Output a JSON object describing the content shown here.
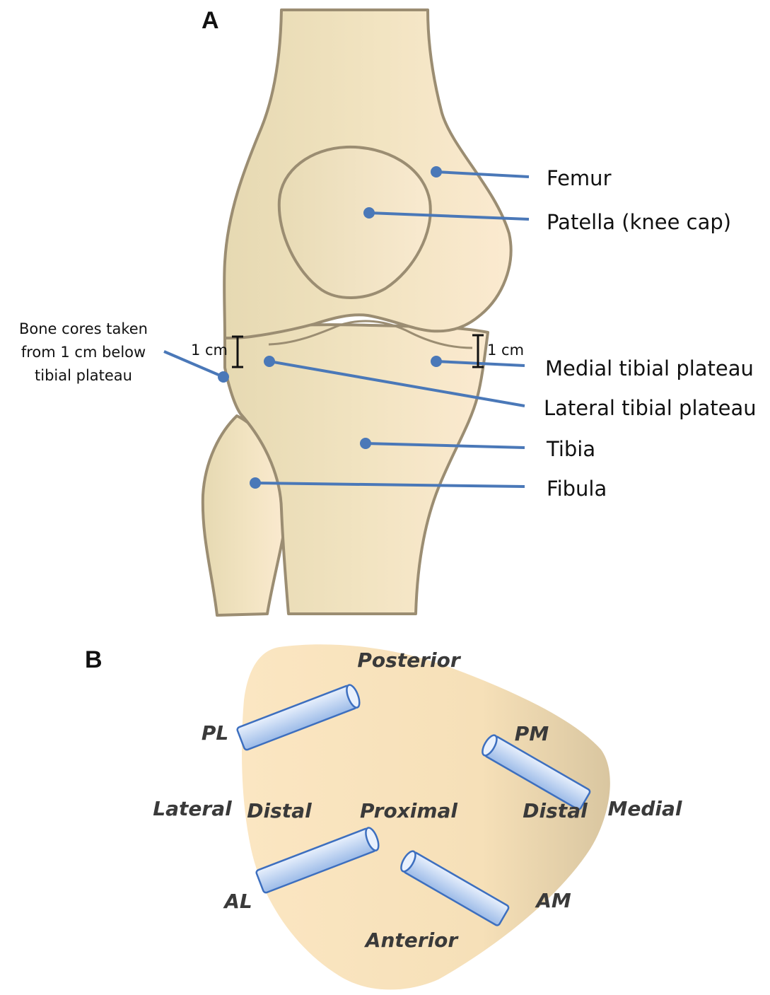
{
  "panels": {
    "a": "A",
    "b": "B"
  },
  "panel_a": {
    "labels": {
      "femur": "Femur",
      "patella": "Patella (knee cap)",
      "medial_plateau": "Medial tibial plateau",
      "lateral_plateau": "Lateral tibial plateau",
      "tibia": "Tibia",
      "fibula": "Fibula"
    },
    "bone_core_note": [
      "Bone cores taken",
      "from 1 cm below",
      "tibial plateau"
    ],
    "measure_left": "1 cm",
    "measure_right": "1 cm"
  },
  "panel_b": {
    "orientation": {
      "posterior": "Posterior",
      "anterior": "Anterior",
      "lateral": "Lateral",
      "medial": "Medial",
      "distal_left": "Distal",
      "proximal": "Proximal",
      "distal_right": "Distal"
    },
    "cores": {
      "pl": "PL",
      "pm": "PM",
      "al": "AL",
      "am": "AM"
    }
  },
  "colors": {
    "bone_fill": "#f1e3bd",
    "bone_outline": "#9b8d72",
    "leader": "#4a78b8",
    "core_fill": "#c2d6f4",
    "plateau_fill": "#f5dfb3"
  }
}
